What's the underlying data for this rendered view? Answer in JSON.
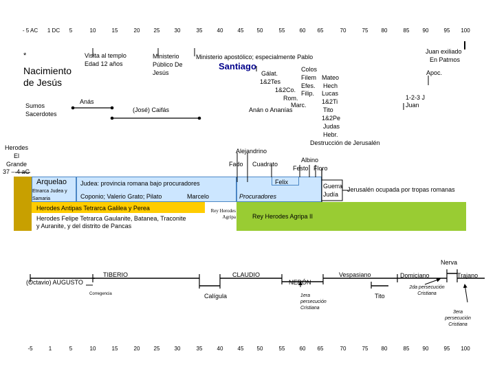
{
  "axis": {
    "top_ticks": [
      "- 5 AC",
      "1 DC",
      "5",
      "10",
      "15",
      "20",
      "25",
      "30",
      "35",
      "40",
      "45",
      "50",
      "55",
      "60",
      "65",
      "70",
      "75",
      "80",
      "85",
      "90",
      "95",
      "100"
    ],
    "bottom_ticks": [
      "-5",
      "1",
      "5",
      "10",
      "15",
      "20",
      "25",
      "30",
      "35",
      "40",
      "45",
      "50",
      "55",
      "60",
      "65",
      "70",
      "75",
      "80",
      "85",
      "90",
      "95",
      "100"
    ]
  },
  "events": {
    "asterisk": "*",
    "nacimiento": "Nacimiento de Jesús",
    "visita_templo": "Visita al templo",
    "edad_12": "Edad 12 años",
    "ministerio_publico": "Ministerio Público De Jesús",
    "ministerio_apostolico": "Ministerio apostólico; especialmente Pablo",
    "santiago": "Santiago",
    "galat": "Gálat.",
    "tes": "1&2Tes",
    "co": "1&2Co.",
    "rom": "Rom.",
    "colos": "Colos",
    "filem": "Filem",
    "efes": "Efes.",
    "filip": "Filip.",
    "marc": "Marc.",
    "mateo": "Mateo",
    "hech": "Hech",
    "lucas": "Lucas",
    "ti": "1&2Ti",
    "tito_ep": "Tito",
    "pe": "1&2Pe",
    "judas": "Judas",
    "hebr": "Hebr.",
    "destruccion": "Destrucción de Jerusalén",
    "juan_exiliado": "Juan exiliado",
    "en_patmos": "En Patmos",
    "apoc": "Apoc.",
    "juan_cartas": "1-2-3 J",
    "juan": "Juan"
  },
  "priests": {
    "label": "Sumos Sacerdotes",
    "anas": "Anás",
    "caifas": "(José) Caifás",
    "anan": "Anán o Ananías"
  },
  "herodes": {
    "label": "Herodes El Grande",
    "years": "37 – 4 aC",
    "alejandro": "Alejandrino",
    "fado": "Fado",
    "cuadrato": "Cuadrato",
    "albino": "Albino",
    "festo": "Festo",
    "floro": "Floro",
    "felix": "Felix",
    "guerra": "Guerra",
    "judia": "Judía",
    "jerusalen_ocupada": "Jerusalén ocupada por tropas romanas"
  },
  "rulers": {
    "arquelao": "Arquelao",
    "etnarca": "Etnarca Judea y Samaria",
    "judea_provincia": "Judea: provincia romana bajo procuradores",
    "procuradores_names": "Coponio; Valerio Grato; Pilato",
    "marcelo": "Marcelo",
    "procuradores": "Procuradores",
    "antipas": "Herodes Antipas Tetrarca Galilea y Perea",
    "felipe": "Herodes Felipe Tetrarca Gaulanite, Batanea, Traconite y Auranite, y del distrito de Pancas",
    "rey_herodes_agripa": "Rey Herodes Agripa",
    "rey_agripa_ii": "Rey Herodes Agripa II"
  },
  "emperors": {
    "augusto": "(Octavio) AUGUSTO",
    "corregencia": "Corregencia",
    "tiberio": "TIBERIO",
    "caligula": "Calígula",
    "claudio": "CLAUDIO",
    "neron": "NERÓN",
    "vespasiano": "Vespasiano",
    "tito": "Tito",
    "domiciano": "Domiciano",
    "nerva": "Nerva",
    "trajano": "Trajano",
    "persecucion_1": "1era persecución Cristiana",
    "persecucion_2": "2da persecución Cristiana",
    "persecucion_3": "3era persecución Cristiana"
  },
  "colors": {
    "herodes_gold": "#c8a000",
    "judea_blue": "#cce6ff",
    "antipas_orange": "#ffcc00",
    "agripa_green": "#99cc33",
    "white": "#ffffff"
  }
}
